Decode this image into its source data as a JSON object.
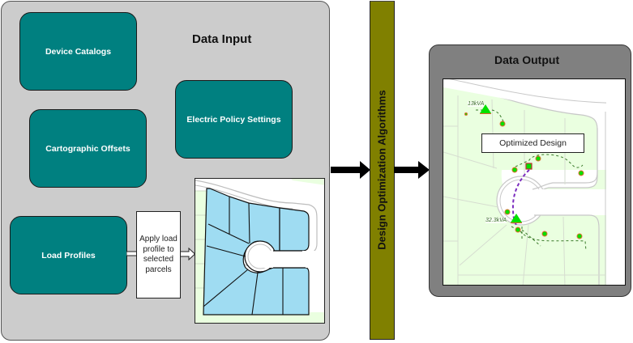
{
  "colors": {
    "panel_gray": "#cccccc",
    "teal": "#008080",
    "olive": "#808000",
    "output_gray": "#808080",
    "parcel_blue": "#9fdcf2",
    "land_green": "#eaffe0",
    "device_green": "#00e000",
    "device_outline": "#e06030",
    "secondary_line": "#8a2be2"
  },
  "input_panel": {
    "title": "Data Input",
    "boxes": [
      {
        "id": "device",
        "label": "Device Catalogs"
      },
      {
        "id": "carto",
        "label": "Cartographic Offsets"
      },
      {
        "id": "policy",
        "label": "Electric Policy Settings"
      },
      {
        "id": "load",
        "label": "Load Profiles"
      }
    ],
    "apply_step": "Apply load profile to selected parcels",
    "map": {
      "description": "parcels-cul-de-sac"
    }
  },
  "process": {
    "label": "Design Optimization Algorithms"
  },
  "output_panel": {
    "title": "Data Output",
    "map_label": "Optimized Design",
    "transformers": [
      {
        "label": "13kVA"
      },
      {
        "label": "32.3kVA"
      }
    ]
  },
  "icons": {
    "flow_arrow": "right-arrow-icon",
    "hollow_arrow": "hollow-right-arrow-icon",
    "transformer": "triangle-icon",
    "meter": "circle-dot-icon"
  }
}
